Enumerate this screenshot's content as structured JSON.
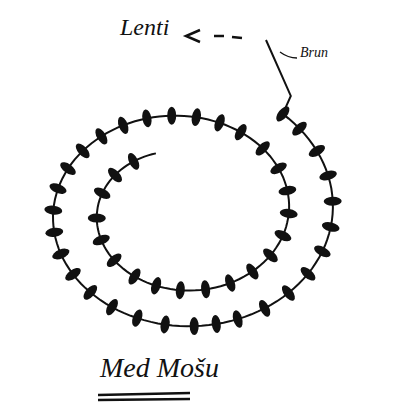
{
  "diagram": {
    "caption": "Med Mošu",
    "labels": [
      "Lenti",
      "Brun"
    ]
  }
}
